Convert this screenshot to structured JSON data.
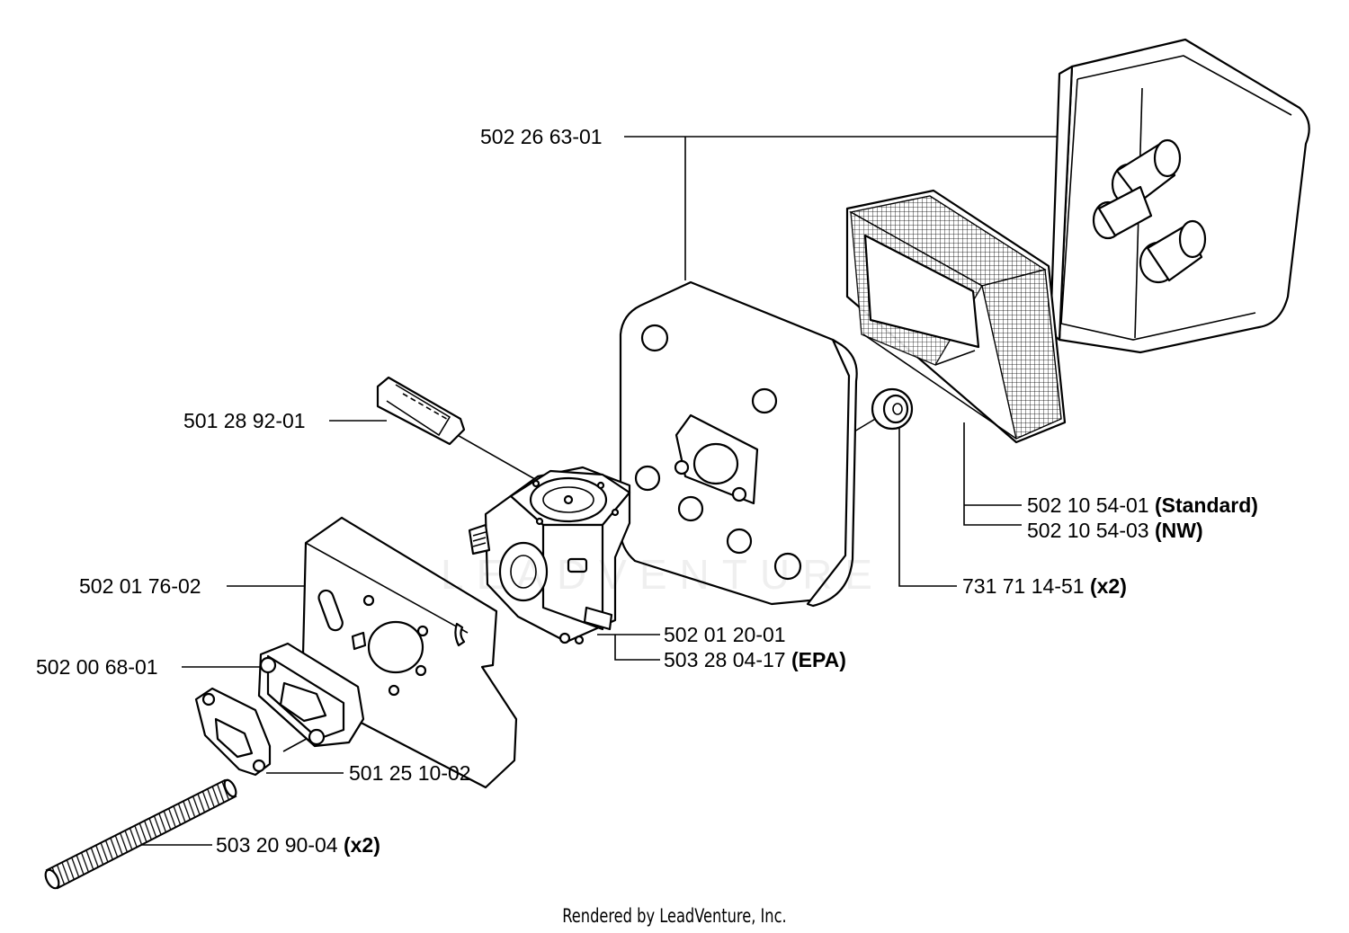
{
  "diagram": {
    "callouts": [
      {
        "id": "air-filter-cover",
        "part_number": "502 26 63-01",
        "qualifier": ""
      },
      {
        "id": "choke-shutter",
        "part_number": "501 28 92-01",
        "qualifier": ""
      },
      {
        "id": "air-filter-standard",
        "part_number": "502 10 54-01",
        "qualifier": "(Standard)"
      },
      {
        "id": "air-filter-nw",
        "part_number": "502 10 54-03",
        "qualifier": "(NW)"
      },
      {
        "id": "grommet",
        "part_number": "731 71 14-51",
        "qualifier": "(x2)"
      },
      {
        "id": "heat-shield",
        "part_number": "502 01 76-02",
        "qualifier": ""
      },
      {
        "id": "carburetor",
        "part_number": "502 01 20-01",
        "qualifier": ""
      },
      {
        "id": "carburetor-epa",
        "part_number": "503 28 04-17",
        "qualifier": "(EPA)"
      },
      {
        "id": "intake-adapter",
        "part_number": "502 00 68-01",
        "qualifier": ""
      },
      {
        "id": "gasket",
        "part_number": "501 25 10-02",
        "qualifier": ""
      },
      {
        "id": "stud-bolt",
        "part_number": "503 20 90-04",
        "qualifier": "(x2)"
      }
    ],
    "watermark": "LEADVENTURE",
    "footer": "Rendered by LeadVenture, Inc."
  }
}
